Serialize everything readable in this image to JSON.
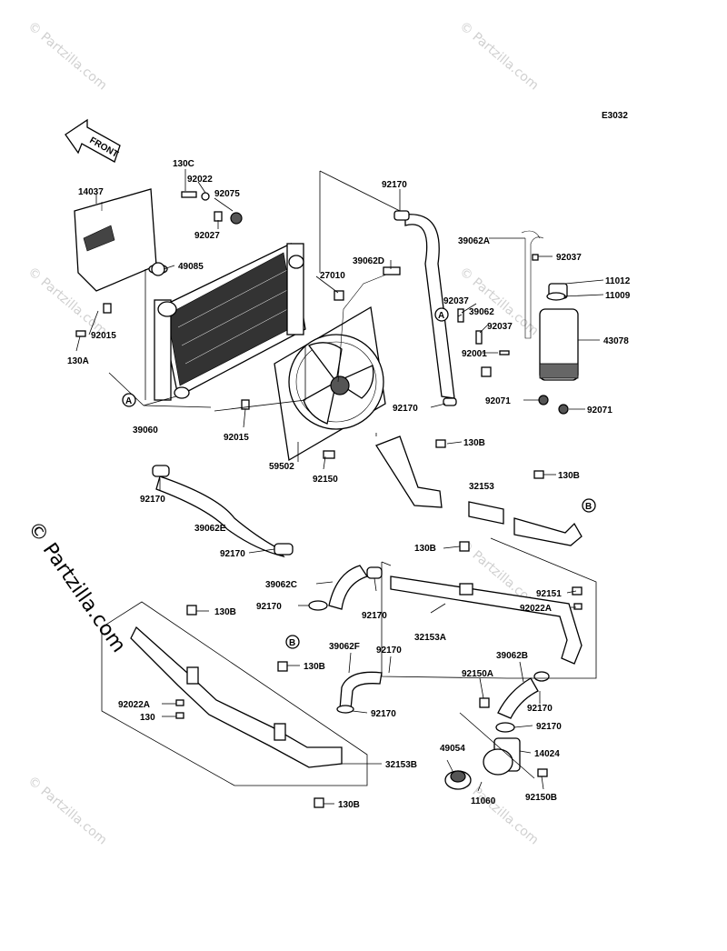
{
  "diagram_code": "E3032",
  "front_label": "FRONT",
  "callouts": {
    "a_circle": "A",
    "b_circle": "B"
  },
  "watermark": "© Partzilla.com",
  "labels": {
    "l_130c": "130C",
    "l_92022": "92022",
    "l_92075": "92075",
    "l_92027": "92027",
    "l_14037": "14037",
    "l_49085": "49085",
    "l_92015a": "92015",
    "l_130a": "130A",
    "l_27010": "27010",
    "l_39060": "39060",
    "l_92170_top": "92170",
    "l_39062d": "39062D",
    "l_39062a": "39062A",
    "l_92037a": "92037",
    "l_11012": "11012",
    "l_11009": "11009",
    "l_92037b": "92037",
    "l_39062": "39062",
    "l_92037c": "92037",
    "l_43078": "43078",
    "l_92001": "92001",
    "l_92071a": "92071",
    "l_92071b": "92071",
    "l_92170_b": "92170",
    "l_130b_1": "130B",
    "l_130b_2": "130B",
    "l_32153": "32153",
    "l_92015b": "92015",
    "l_59502": "59502",
    "l_92150": "92150",
    "l_92170_c": "92170",
    "l_39062e": "39062E",
    "l_92170_d": "92170",
    "l_130b_3": "130B",
    "l_92151": "92151",
    "l_92022a_r": "92022A",
    "l_39062c": "39062C",
    "l_92170_e": "92170",
    "l_92170_f": "92170",
    "l_32153a": "32153A",
    "l_130b_4": "130B",
    "l_130b_5": "130B",
    "l_39062f": "39062F",
    "l_92170_g": "92170",
    "l_39062b": "39062B",
    "l_92150a": "92150A",
    "l_92170_h": "92170",
    "l_92170_i": "92170",
    "l_92170_j": "92170",
    "l_92022a_l": "92022A",
    "l_130": "130",
    "l_49054": "49054",
    "l_14024": "14024",
    "l_32153b": "32153B",
    "l_11060": "11060",
    "l_92150b": "92150B",
    "l_130b_6": "130B"
  }
}
